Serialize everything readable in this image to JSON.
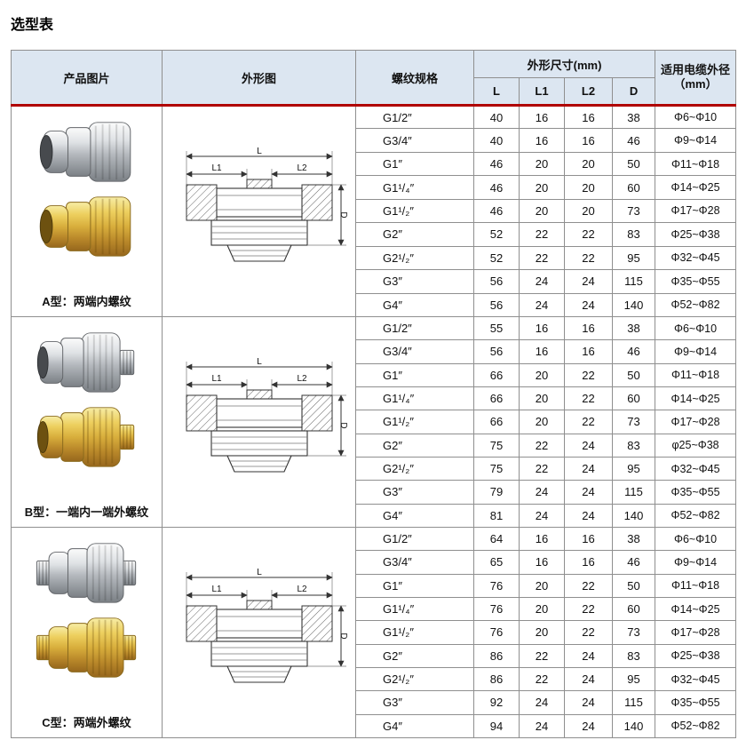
{
  "page": {
    "title": "选型表"
  },
  "table": {
    "headers": {
      "product_image": "产品图片",
      "outline": "外形图",
      "thread_spec": "螺纹规格",
      "dimensions": "外形尺寸(mm)",
      "dim_cols": [
        "L",
        "L1",
        "L2",
        "D"
      ],
      "cable_od_line1": "适用电缆外径",
      "cable_od_line2": "（mm）"
    },
    "drawing": {
      "L": "L",
      "L1": "L1",
      "L2": "L2",
      "D": "D"
    },
    "sections": [
      {
        "label": "A型：两端内螺纹",
        "rows": [
          {
            "spec": "G1/2″",
            "L": "40",
            "L1": "16",
            "L2": "16",
            "D": "38",
            "od": "Φ6~Φ10"
          },
          {
            "spec": "G3/4″",
            "L": "40",
            "L1": "16",
            "L2": "16",
            "D": "46",
            "od": "Φ9~Φ14"
          },
          {
            "spec": "G1″",
            "L": "46",
            "L1": "20",
            "L2": "20",
            "D": "50",
            "od": "Φ11~Φ18"
          },
          {
            "spec": "G1¹/₄″",
            "L": "46",
            "L1": "20",
            "L2": "20",
            "D": "60",
            "od": "Φ14~Φ25"
          },
          {
            "spec": "G1¹/₂″",
            "L": "46",
            "L1": "20",
            "L2": "20",
            "D": "73",
            "od": "Φ17~Φ28"
          },
          {
            "spec": "G2″",
            "L": "52",
            "L1": "22",
            "L2": "22",
            "D": "83",
            "od": "Φ25~Φ38"
          },
          {
            "spec": "G2¹/₂″",
            "L": "52",
            "L1": "22",
            "L2": "22",
            "D": "95",
            "od": "Φ32~Φ45"
          },
          {
            "spec": "G3″",
            "L": "56",
            "L1": "24",
            "L2": "24",
            "D": "115",
            "od": "Φ35~Φ55"
          },
          {
            "spec": "G4″",
            "L": "56",
            "L1": "24",
            "L2": "24",
            "D": "140",
            "od": "Φ52~Φ82"
          }
        ]
      },
      {
        "label": "B型：一端内一端外螺纹",
        "rows": [
          {
            "spec": "G1/2″",
            "L": "55",
            "L1": "16",
            "L2": "16",
            "D": "38",
            "od": "Φ6~Φ10"
          },
          {
            "spec": "G3/4″",
            "L": "56",
            "L1": "16",
            "L2": "16",
            "D": "46",
            "od": "Φ9~Φ14"
          },
          {
            "spec": "G1″",
            "L": "66",
            "L1": "20",
            "L2": "22",
            "D": "50",
            "od": "Φ11~Φ18"
          },
          {
            "spec": "G1¹/₄″",
            "L": "66",
            "L1": "20",
            "L2": "22",
            "D": "60",
            "od": "Φ14~Φ25"
          },
          {
            "spec": "G1¹/₂″",
            "L": "66",
            "L1": "20",
            "L2": "22",
            "D": "73",
            "od": "Φ17~Φ28"
          },
          {
            "spec": "G2″",
            "L": "75",
            "L1": "22",
            "L2": "24",
            "D": "83",
            "od": "φ25~Φ38"
          },
          {
            "spec": "G2¹/₂″",
            "L": "75",
            "L1": "22",
            "L2": "24",
            "D": "95",
            "od": "Φ32~Φ45"
          },
          {
            "spec": "G3″",
            "L": "79",
            "L1": "24",
            "L2": "24",
            "D": "115",
            "od": "Φ35~Φ55"
          },
          {
            "spec": "G4″",
            "L": "81",
            "L1": "24",
            "L2": "24",
            "D": "140",
            "od": "Φ52~Φ82"
          }
        ]
      },
      {
        "label": "C型：两端外螺纹",
        "rows": [
          {
            "spec": "G1/2″",
            "L": "64",
            "L1": "16",
            "L2": "16",
            "D": "38",
            "od": "Φ6~Φ10"
          },
          {
            "spec": "G3/4″",
            "L": "65",
            "L1": "16",
            "L2": "16",
            "D": "46",
            "od": "Φ9~Φ14"
          },
          {
            "spec": "G1″",
            "L": "76",
            "L1": "20",
            "L2": "22",
            "D": "50",
            "od": "Φ11~Φ18"
          },
          {
            "spec": "G1¹/₄″",
            "L": "76",
            "L1": "20",
            "L2": "22",
            "D": "60",
            "od": "Φ14~Φ25"
          },
          {
            "spec": "G1¹/₂″",
            "L": "76",
            "L1": "20",
            "L2": "22",
            "D": "73",
            "od": "Φ17~Φ28"
          },
          {
            "spec": "G2″",
            "L": "86",
            "L1": "22",
            "L2": "24",
            "D": "83",
            "od": "Φ25~Φ38"
          },
          {
            "spec": "G2¹/₂″",
            "L": "86",
            "L1": "22",
            "L2": "24",
            "D": "95",
            "od": "Φ32~Φ45"
          },
          {
            "spec": "G3″",
            "L": "92",
            "L1": "24",
            "L2": "24",
            "D": "115",
            "od": "Φ35~Φ55"
          },
          {
            "spec": "G4″",
            "L": "94",
            "L1": "24",
            "L2": "24",
            "D": "140",
            "od": "Φ52~Φ82"
          }
        ]
      }
    ]
  }
}
